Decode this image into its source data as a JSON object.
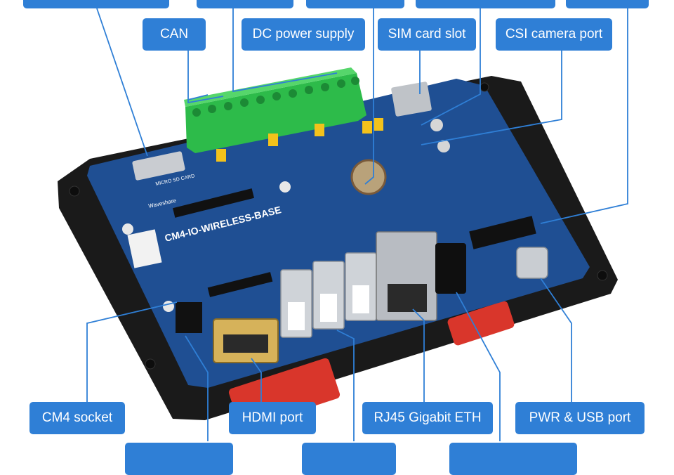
{
  "labels": {
    "can": "CAN",
    "dc_power_supply": "DC power supply",
    "sim_card_slot": "SIM card slot",
    "csi_camera_port": "CSI camera port",
    "cm4_socket": "CM4 socket",
    "hdmi_port": "HDMI port",
    "rj45_gigabit_eth": "RJ45 Gigabit ETH",
    "pwr_usb_port": "PWR & USB port"
  },
  "board_silkscreen": {
    "board_name": "CM4-IO-WIRELESS-BASE",
    "brand": "Waveshare",
    "sd_card": "MICRO SD CARD"
  },
  "colors": {
    "label_bg": "#2f7fd6",
    "pcb": "#1f4f93",
    "terminal_block": "#2dbb4a",
    "enclosure": "#1a1a1a",
    "din_clip": "#d9362b"
  }
}
